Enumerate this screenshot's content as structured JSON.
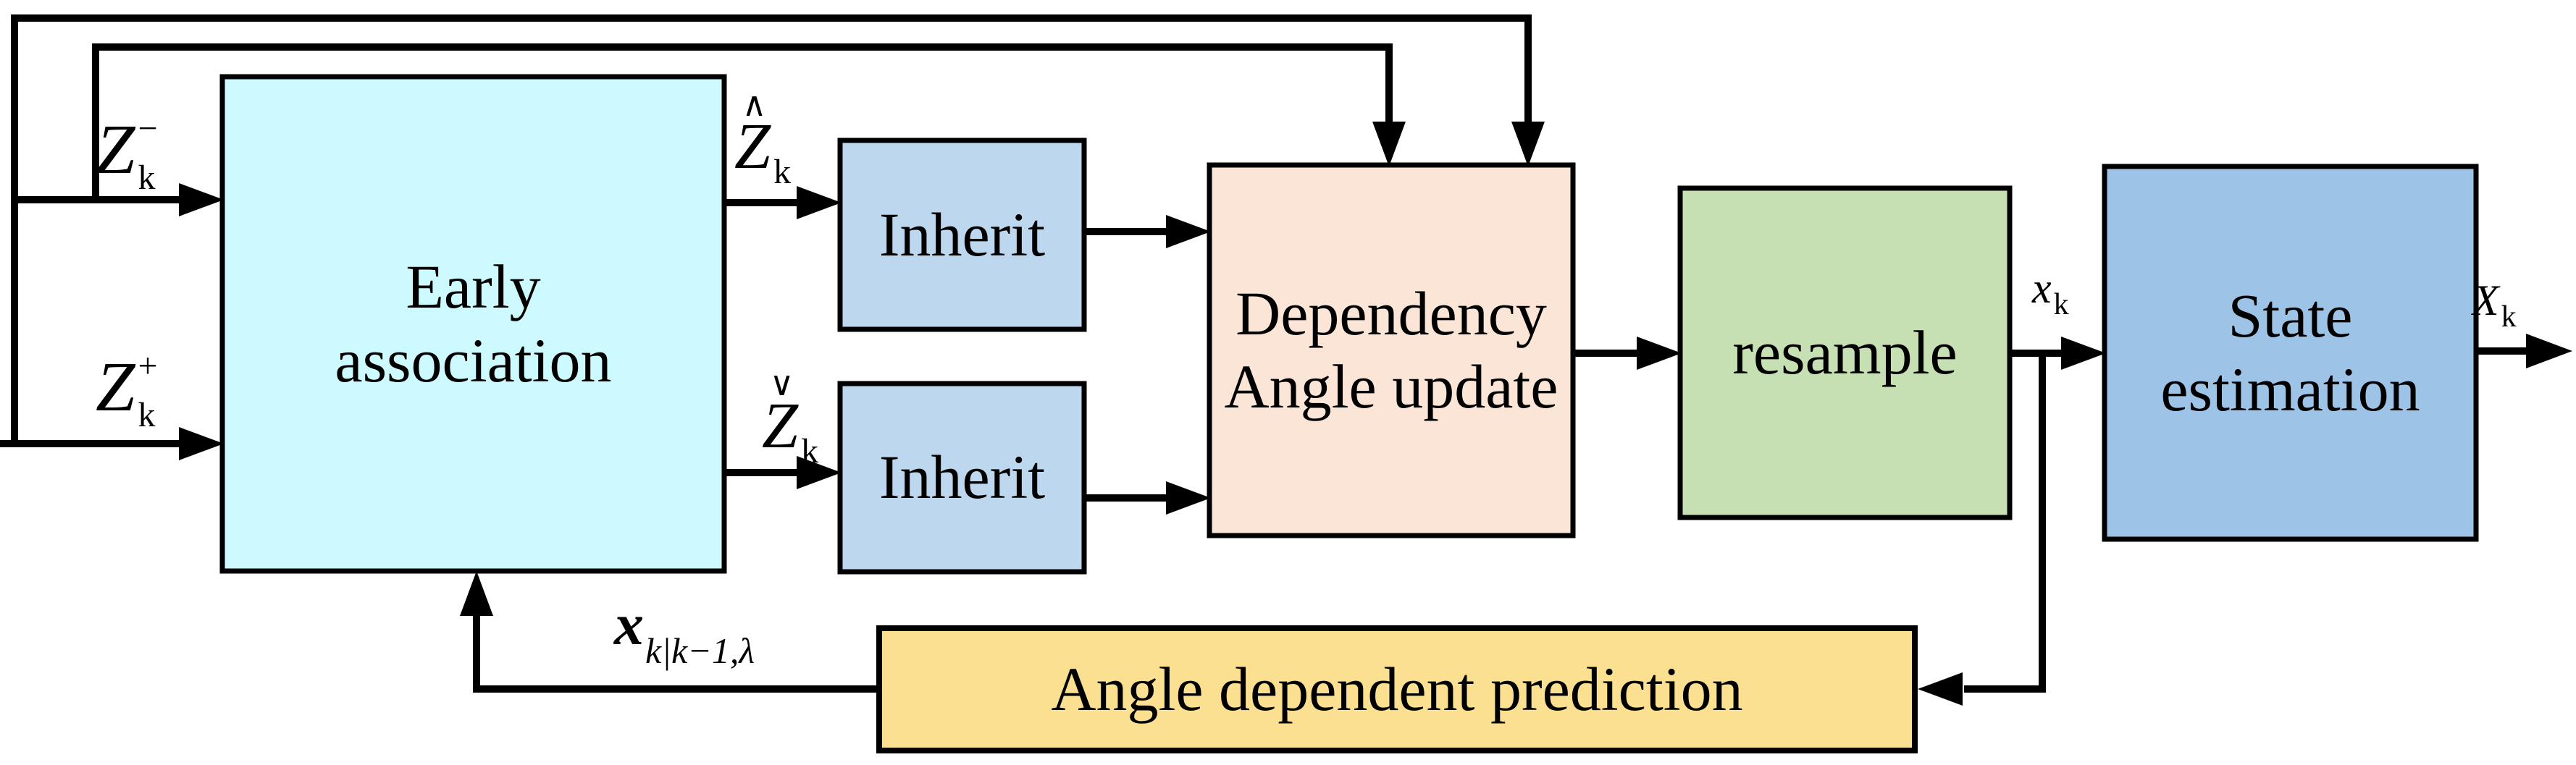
{
  "diagram": {
    "title": "Angle dependent particle filter tracking block diagram",
    "line_color": "#000000",
    "background_color": "#ffffff",
    "boxes": {
      "early_association": {
        "label": "Early\nassociation",
        "color": "#ccfaff"
      },
      "inherit_top": {
        "label": "Inherit",
        "color": "#bdd7ee"
      },
      "inherit_bottom": {
        "label": "Inherit",
        "color": "#bdd7ee"
      },
      "dependency_angle_update": {
        "label": "Dependency\nAngle update",
        "color": "#fbe5d6"
      },
      "resample": {
        "label": "resample",
        "color": "#c6e0b4"
      },
      "state_estimation": {
        "label": "State\nestimation",
        "color": "#9dc3e6"
      },
      "angle_dependent_prediction": {
        "label": "Angle dependent prediction",
        "color": "#fce091"
      }
    },
    "signals": {
      "z_minus": {
        "base": "Z",
        "sup": "−",
        "sub": "k"
      },
      "z_plus": {
        "base": "Z",
        "sup": "+",
        "sub": "k"
      },
      "z_hat": {
        "accent": "∧",
        "base": "Z",
        "sub": "k"
      },
      "z_check": {
        "accent": "∨",
        "base": "Z",
        "sub": "k"
      },
      "x_resampled": {
        "base": "x",
        "sub": "k"
      },
      "x_estimate": {
        "base": "X",
        "sub": "k"
      },
      "x_predicted": {
        "base": "x",
        "sub": "k|k−1,λ"
      }
    }
  }
}
